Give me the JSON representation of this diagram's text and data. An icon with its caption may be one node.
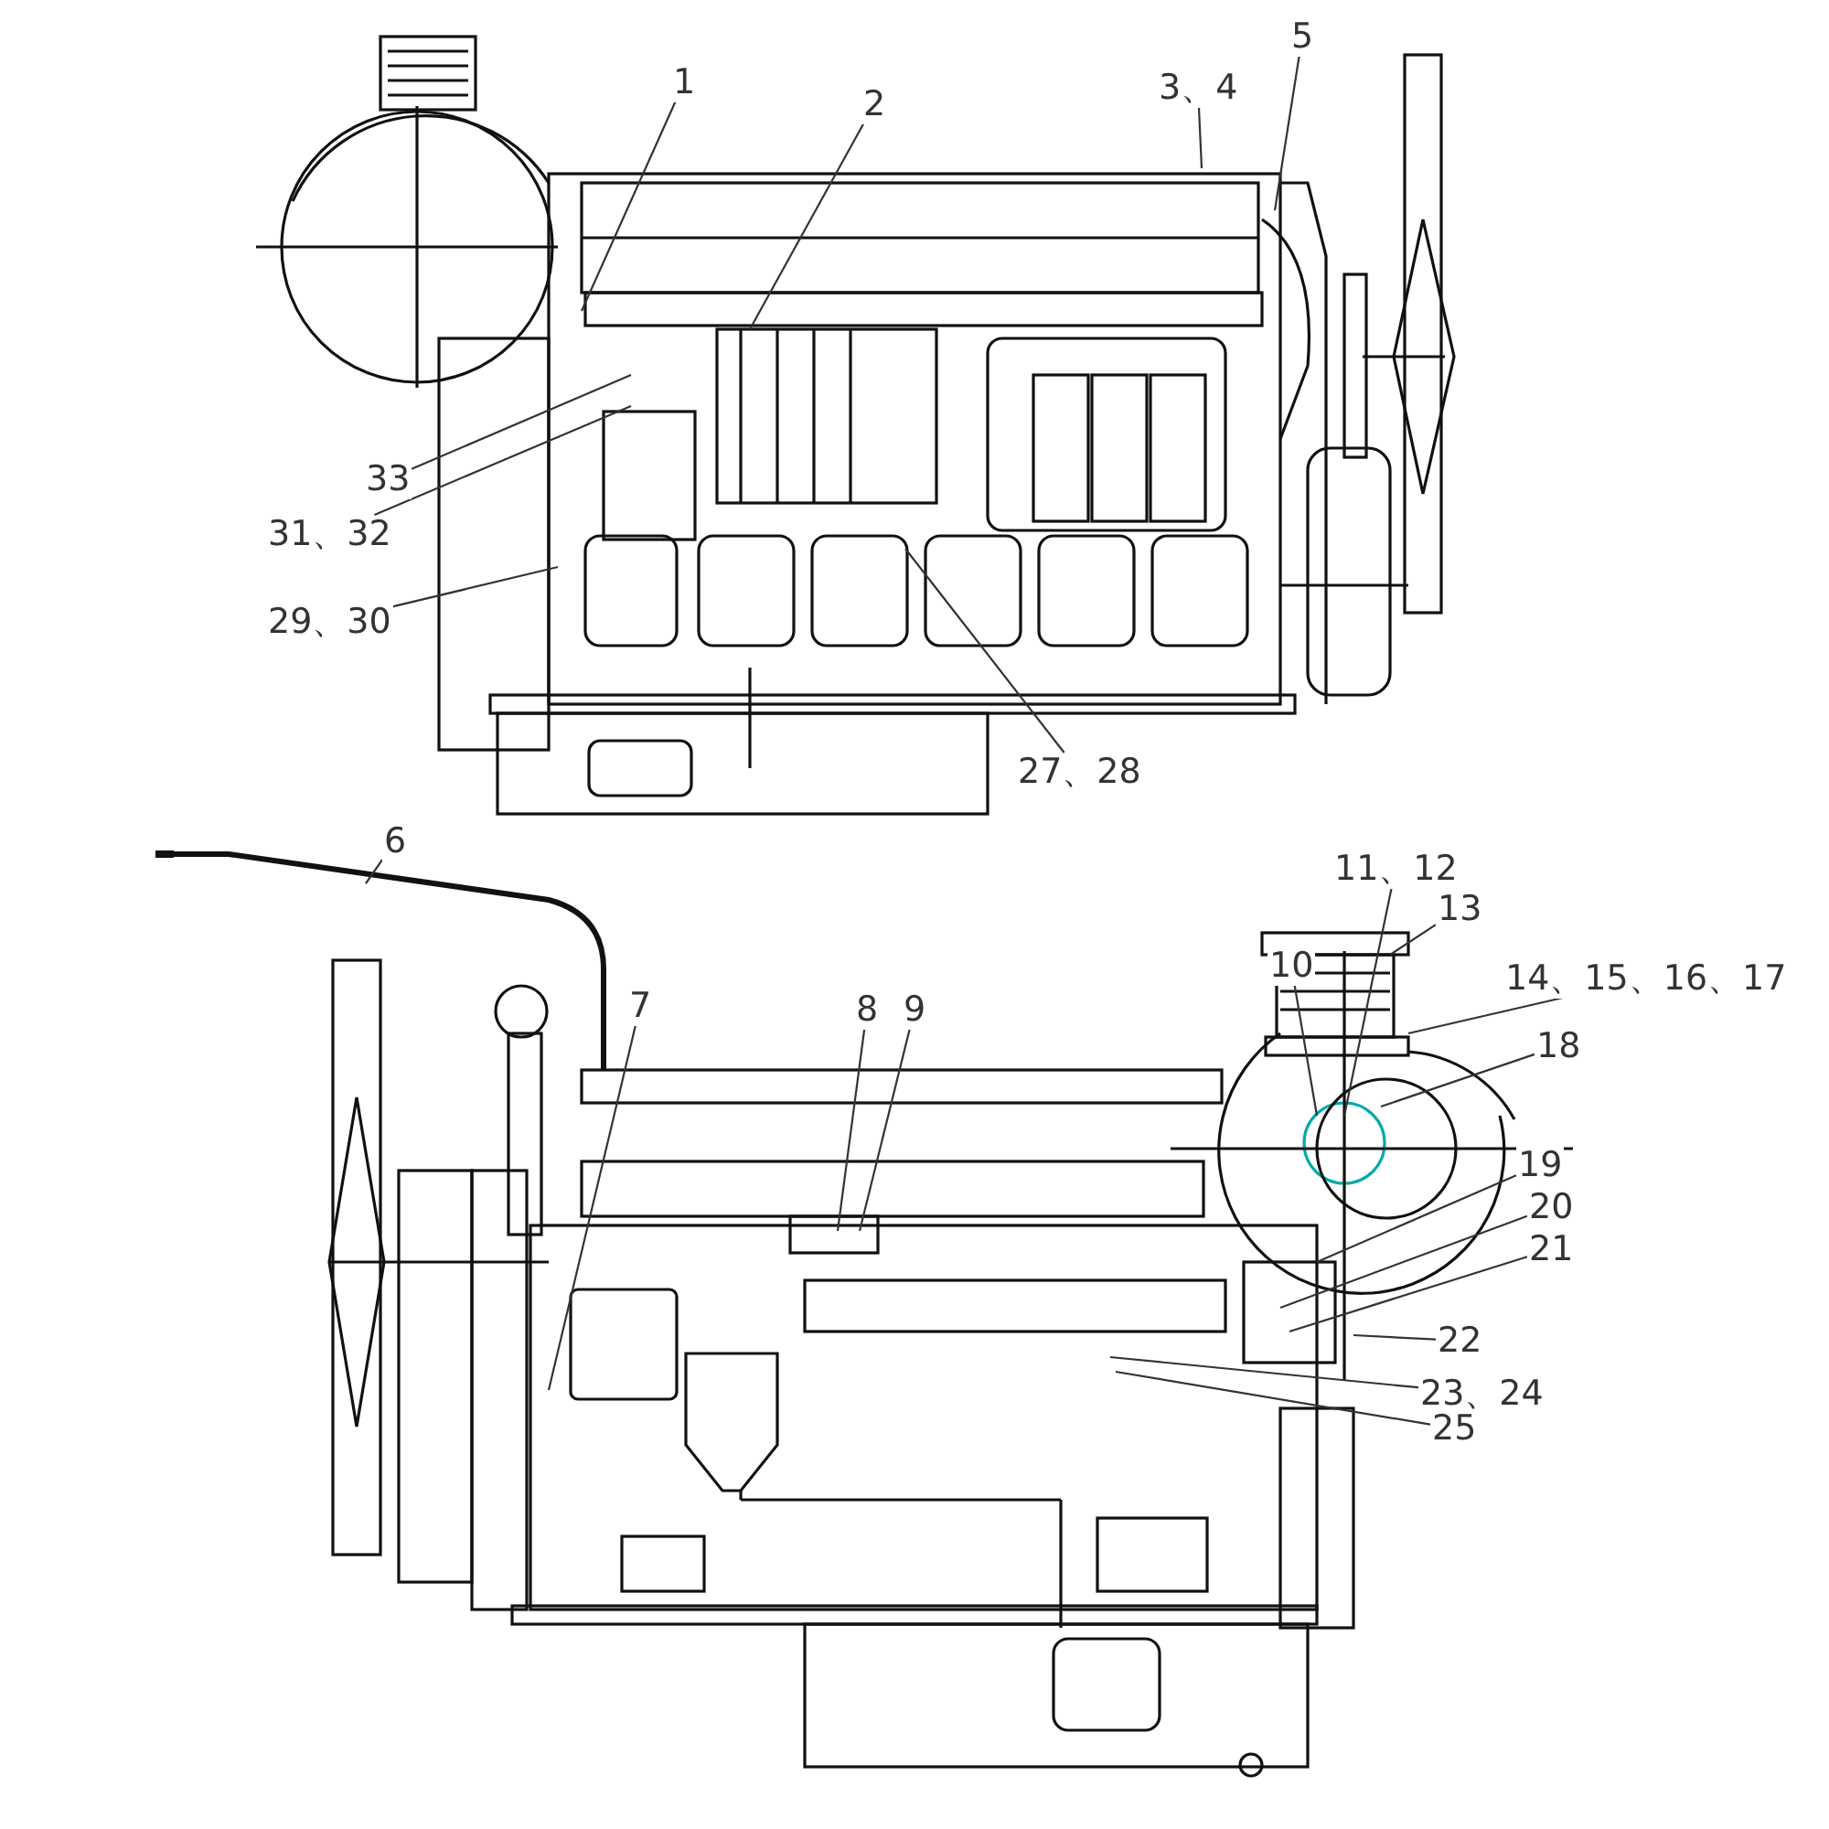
{
  "diagram": {
    "nodes": [
      {
        "text": [
          "1"
        ]
      },
      {
        "text": [
          "2"
        ]
      },
      {
        "text": [
          "3、4"
        ]
      },
      {
        "text": [
          "5"
        ]
      },
      {
        "text": [
          "33"
        ]
      },
      {
        "text": [
          "31、32"
        ]
      },
      {
        "text": [
          "29、30"
        ]
      },
      {
        "text": [
          "27、28"
        ]
      },
      {
        "text": [
          "6"
        ]
      },
      {
        "text": [
          "7"
        ]
      },
      {
        "text": [
          "8"
        ]
      },
      {
        "text": [
          "9"
        ]
      },
      {
        "text": [
          "10"
        ]
      },
      {
        "text": [
          "11、12"
        ]
      },
      {
        "text": [
          "13"
        ]
      },
      {
        "text": [
          "14、15、16、17"
        ]
      },
      {
        "text": [
          "18"
        ]
      },
      {
        "text": [
          "19"
        ]
      },
      {
        "text": [
          "20"
        ]
      },
      {
        "text": [
          "21"
        ]
      },
      {
        "text": [
          "22"
        ]
      },
      {
        "text": [
          "23、24"
        ]
      },
      {
        "text": [
          "25"
        ]
      }
    ],
    "edges": [
      {
        "from": 0,
        "to": null,
        "arrow": "none"
      },
      {
        "from": 1,
        "to": null,
        "arrow": "none"
      },
      {
        "from": 2,
        "to": null,
        "arrow": "none"
      },
      {
        "from": 3,
        "to": null,
        "arrow": "none"
      },
      {
        "from": 4,
        "to": null,
        "arrow": "none"
      },
      {
        "from": 5,
        "to": null,
        "arrow": "none"
      },
      {
        "from": 6,
        "to": null,
        "arrow": "none"
      },
      {
        "from": 7,
        "to": null,
        "arrow": "none"
      },
      {
        "from": 8,
        "to": null,
        "arrow": "none"
      },
      {
        "from": 9,
        "to": null,
        "arrow": "none"
      },
      {
        "from": 10,
        "to": null,
        "arrow": "none"
      },
      {
        "from": 11,
        "to": null,
        "arrow": "none"
      },
      {
        "from": 12,
        "to": null,
        "arrow": "none"
      },
      {
        "from": 13,
        "to": null,
        "arrow": "none"
      },
      {
        "from": 14,
        "to": null,
        "arrow": "none"
      },
      {
        "from": 15,
        "to": null,
        "arrow": "none"
      },
      {
        "from": 16,
        "to": null,
        "arrow": "none"
      },
      {
        "from": 17,
        "to": null,
        "arrow": "none"
      },
      {
        "from": 18,
        "to": null,
        "arrow": "none"
      },
      {
        "from": 19,
        "to": null,
        "arrow": "none"
      },
      {
        "from": 20,
        "to": null,
        "arrow": "none"
      },
      {
        "from": 21,
        "to": null,
        "arrow": "none"
      },
      {
        "from": 22,
        "to": null,
        "arrow": "none"
      }
    ]
  }
}
